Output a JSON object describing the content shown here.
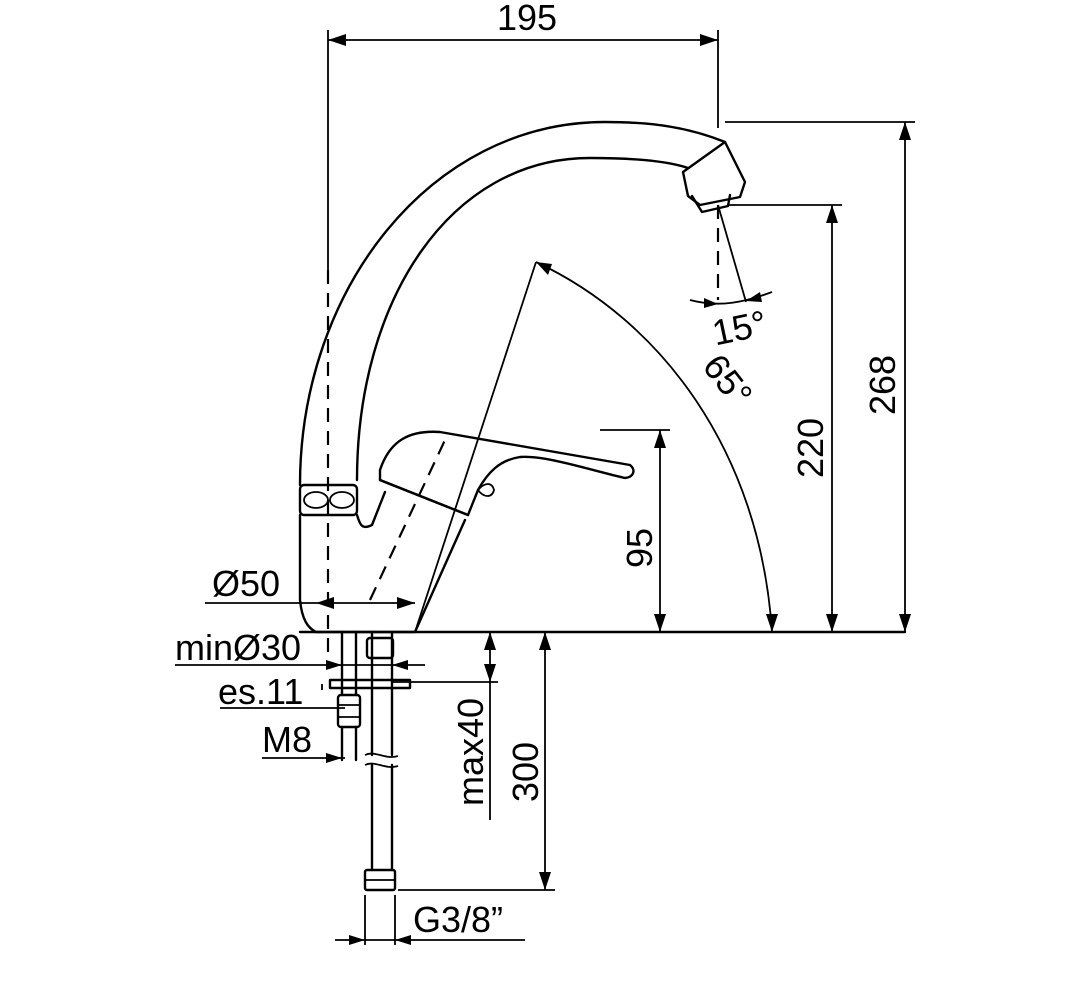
{
  "dimensions": {
    "width_top": "195",
    "total_height": "268",
    "spout_height": "220",
    "handle_height": "95",
    "spout_angle": "15°",
    "lever_angle": "65°",
    "base_diameter": "Ø50",
    "hole_diameter": "minØ30",
    "thickness": "es.11",
    "thread": "M8",
    "max_deck": "max40",
    "hose_length": "300",
    "connection": "G3/8”"
  }
}
